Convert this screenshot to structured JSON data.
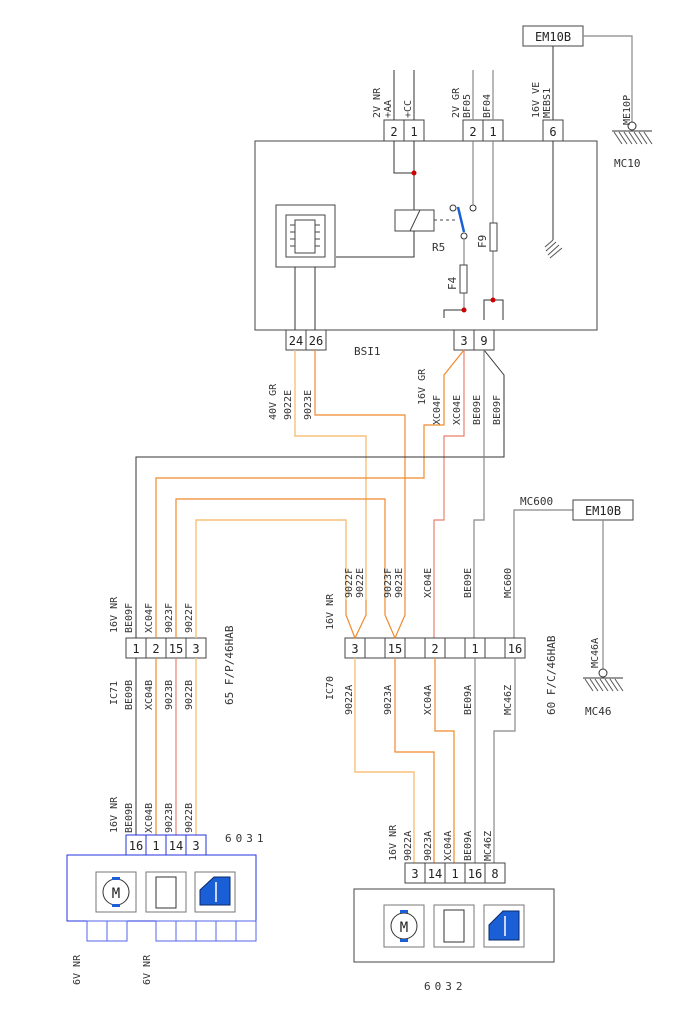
{
  "bsi": {
    "name": "BSI1",
    "top_connectors": [
      {
        "label_lines": [
          "2V NR"
        ],
        "pins": [
          "2",
          "1"
        ],
        "wire_labels": [
          "+AA",
          "+CC"
        ]
      },
      {
        "label_lines": [
          "2V GR"
        ],
        "pins": [
          "2",
          "1"
        ],
        "wire_labels": [
          "BF05",
          "BF04"
        ]
      },
      {
        "label_lines": [
          "16V VE"
        ],
        "pins": [
          "6"
        ],
        "wire_labels": [
          "MEBS1"
        ]
      }
    ],
    "bottom_connectors": [
      {
        "label": "40V GR",
        "pins": [
          "24",
          "26"
        ],
        "wire_labels": [
          "9022E",
          "9023E"
        ]
      },
      {
        "label": "16V GR",
        "pins": [
          "3",
          "9"
        ],
        "wire_labels": [
          "XC04F",
          "XC04E",
          "BE09E",
          "BE09F"
        ]
      }
    ],
    "internal": {
      "relay": "R5",
      "fuses": [
        "F4",
        "F9"
      ]
    }
  },
  "ground_top": {
    "splice": "EM10B",
    "wire": "ME10P",
    "ground": "MC10"
  },
  "ground_right": {
    "splice": "EM10B",
    "wire_in": "MC600",
    "wire": "MC46A",
    "ground": "MC46"
  },
  "ic71": {
    "name": "IC71",
    "spec": "16V NR",
    "desc": "65 F/P/46HAB",
    "pins": [
      "1",
      "2",
      "15",
      "3"
    ],
    "top_labels": [
      "BE09F",
      "XC04F",
      "9023F",
      "9022F"
    ],
    "bottom_labels": [
      "BE09B",
      "XC04B",
      "9023B",
      "9022B"
    ]
  },
  "ic70": {
    "name": "IC70",
    "spec": "16V NR",
    "desc": "60 F/C/46HAB",
    "pins": [
      "3",
      "",
      "15",
      "",
      "2",
      "",
      "1",
      "",
      "16"
    ],
    "top_labels": [
      "9022F",
      "9022E",
      "9023F",
      "9023E",
      "XC04E",
      "BE09E",
      "MC600"
    ],
    "bottom_labels": [
      "9022A",
      "9023A",
      "XC04A",
      "BE09A",
      "MC46Z"
    ]
  },
  "m6031": {
    "name": "6031",
    "spec": "16V NR",
    "pins": [
      "16",
      "1",
      "14",
      "3"
    ],
    "wire_labels": [
      "BE09B",
      "XC04B",
      "9023B",
      "9022B"
    ],
    "bottom_labels": [
      "6V NR",
      "6V NR"
    ]
  },
  "m6032": {
    "name": "6032",
    "spec": "16V NR",
    "pins": [
      "3",
      "14",
      "1",
      "16",
      "8"
    ],
    "wire_labels": [
      "9022A",
      "9023A",
      "XC04A",
      "BE09A",
      "MC46Z"
    ]
  },
  "icons": [
    "motor-icon",
    "ecu-chip-icon",
    "window-lift-icon"
  ],
  "colors": {
    "orange": "#f08a2c",
    "light_orange": "#f7c07a",
    "blue": "#2233dd",
    "junction": "#cc0000"
  }
}
